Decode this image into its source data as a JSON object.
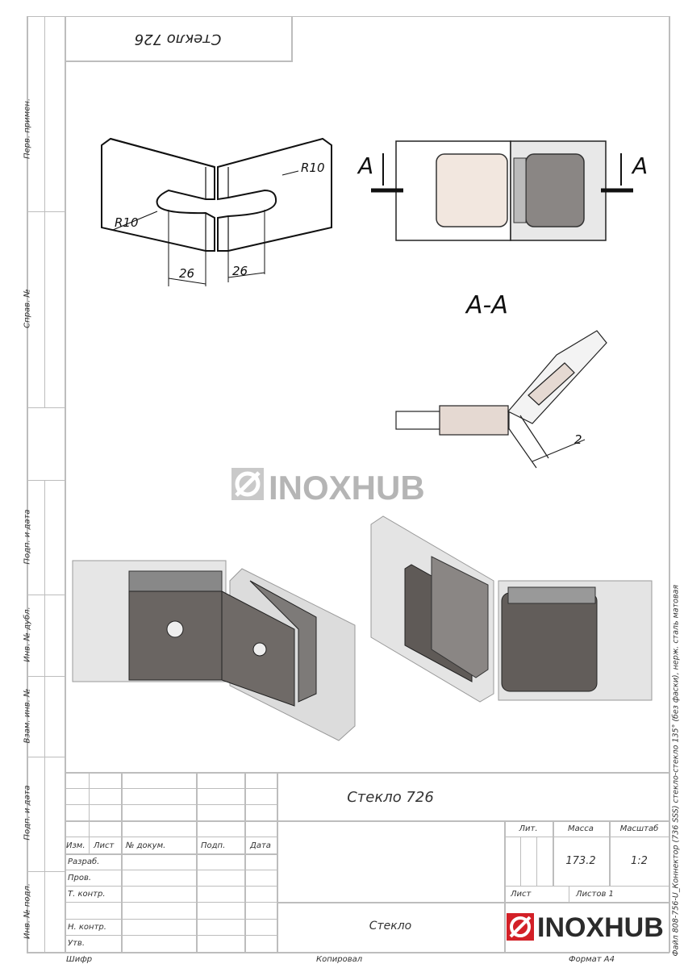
{
  "top_stamp": "Стекло 726",
  "left_strip": [
    "Перв. примен.",
    "Справ. №",
    "Подп. и дата",
    "Инв. № дубл.",
    "Взам. инв. №",
    "Подп. и дата",
    "Инв. № подл."
  ],
  "drawing": {
    "dims": {
      "r_left": "R10",
      "r_right": "R10",
      "w_left": "26",
      "w_right": "26",
      "gap": "2"
    },
    "section_marker": "A",
    "section_title": "A-A",
    "watermark": "INOXHUB"
  },
  "title_block": {
    "name": "Стекло 726",
    "material": "Стекло",
    "headers": {
      "izm": "Изм.",
      "list": "Лист",
      "doc": "№ докум.",
      "podp": "Подп.",
      "data": "Дата"
    },
    "roles": [
      "Разраб.",
      "Пров.",
      "Т. контр.",
      "",
      "Н. контр.",
      "Утв."
    ],
    "lit_label": "Лит.",
    "mass_label": "Масса",
    "scale_label": "Масштаб",
    "mass": "173.2",
    "scale": "1:2",
    "sheet_label": "Лист",
    "sheets_label": "Листов 1",
    "logo": "INOXHUB",
    "logo_color": "#d32027"
  },
  "footer": {
    "cipher": "Шифр",
    "copied": "Копировал",
    "format": "Формат A4"
  },
  "side_file": "Файл 808-756-U_Коннектор (736 SSS) стекло-стекло 135° (без фаски), нерж. сталь матовая"
}
